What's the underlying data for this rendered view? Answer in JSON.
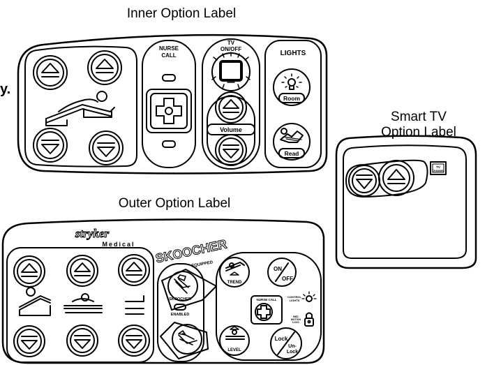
{
  "captions": {
    "inner": "Inner Option Label",
    "smart_tv": "Smart TV\nOption Label",
    "smart_tv_line1": "Smart TV",
    "smart_tv_line2": "Option Label",
    "outer": "Outer Option Label"
  },
  "stray_text": "y.",
  "inner_panel": {
    "nurse_call_line1": "NURSE",
    "nurse_call_line2": "CALL",
    "tv_line1": "TV",
    "tv_line2": "ON/OFF",
    "volume": "Volume",
    "lights": "LIGHTS",
    "room": "Room",
    "read": "Read"
  },
  "smart_tv_panel": {
    "tv_channel_line1": "TV",
    "tv_channel_line2": "CHANNEL"
  },
  "outer_panel": {
    "brand": "stryker",
    "brand_sub": "Medical",
    "skoocher": "SKOOCHER",
    "equipped": "EQUIPPED",
    "skoocher_small": "SKOOCHER",
    "enabled": "ENABLED",
    "trend": "TREND",
    "level": "LEVEL",
    "on": "ON",
    "off": "OFF",
    "nurse_call": "NURSE CALL",
    "control": "CONTROL",
    "lights": "LIGHTS",
    "bed_lock_line1": "BED",
    "bed_lock_line2": "MOTION",
    "bed_lock_line3": "LOCK",
    "lock": "Lock",
    "unlock_1": "Un-",
    "unlock_2": "Lock"
  },
  "colors": {
    "line": "#000000",
    "background": "#ffffff"
  }
}
